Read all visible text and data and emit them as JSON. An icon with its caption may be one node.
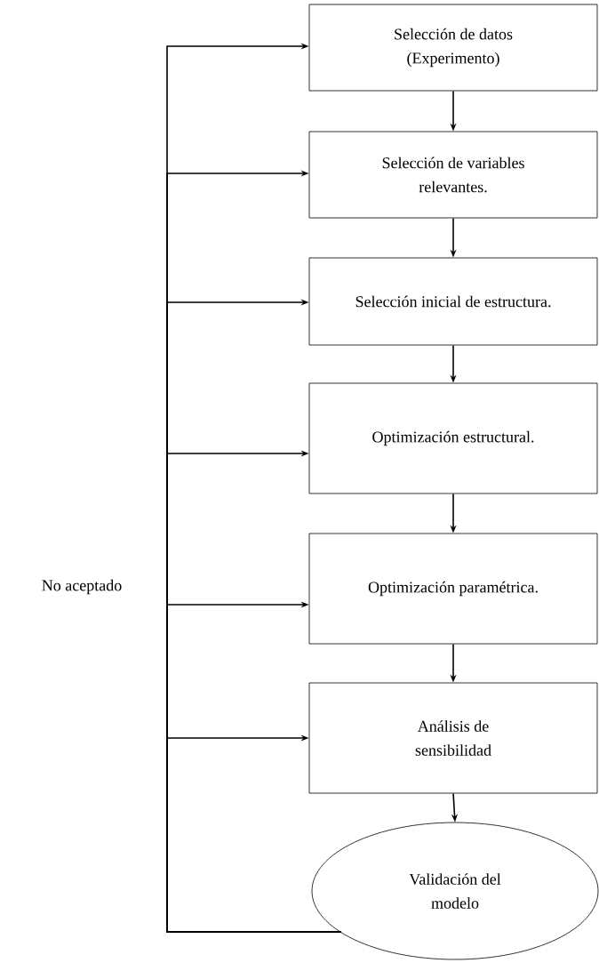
{
  "diagram": {
    "nodes": [
      {
        "text": [
          "Selección de datos (Experimento)"
        ]
      },
      {
        "text": [
          "Selección de variables relevantes."
        ]
      },
      {
        "text": [
          "Selección inicial de estructura."
        ]
      },
      {
        "text": [
          "Optimización estructural."
        ]
      },
      {
        "text": [
          "Optimización paramétrica."
        ]
      },
      {
        "text": [
          "Análisis de sensibilidad"
        ]
      },
      {
        "text": [
          "Validación del modelo"
        ]
      }
    ],
    "edges": [
      {
        "from": 0,
        "to": 1,
        "arrow": "to"
      },
      {
        "from": 1,
        "to": 2,
        "arrow": "to"
      },
      {
        "from": 2,
        "to": 3,
        "arrow": "to"
      },
      {
        "from": 3,
        "to": 4,
        "arrow": "to"
      },
      {
        "from": 4,
        "to": 5,
        "arrow": "to"
      },
      {
        "from": 5,
        "to": 6,
        "arrow": "to"
      },
      {
        "from": 6,
        "to": 0,
        "arrow": "to"
      },
      {
        "from": 6,
        "to": 1,
        "arrow": "to"
      },
      {
        "from": 6,
        "to": 2,
        "arrow": "to"
      },
      {
        "from": 6,
        "to": 3,
        "arrow": "to"
      },
      {
        "from": 6,
        "to": 4,
        "arrow": "to"
      },
      {
        "from": 6,
        "to": 5,
        "arrow": "to"
      }
    ],
    "labels": [
      "No aceptado"
    ]
  }
}
